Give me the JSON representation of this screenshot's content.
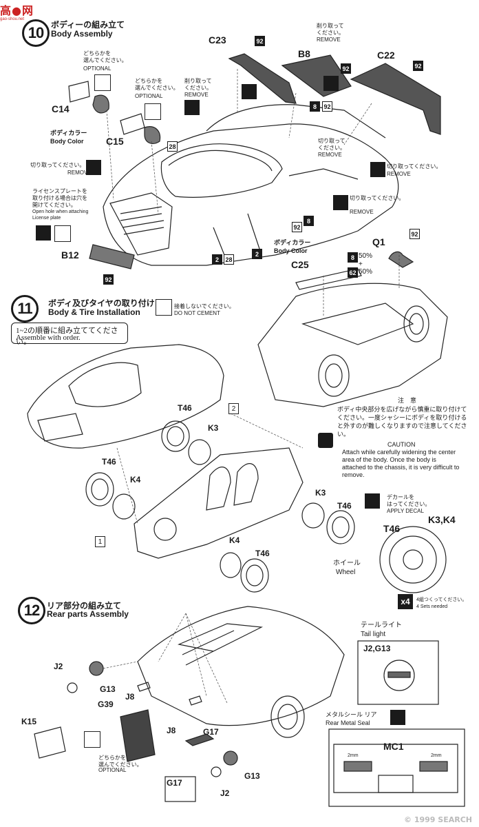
{
  "logo": {
    "text": "高●网",
    "sub": "gao-shou.net"
  },
  "watermark": "© 1999 SEARCH",
  "step10": {
    "number": "10",
    "title_ja": "ボディーの組み立て",
    "title_en": "Body Assembly",
    "optional_ja": "どちらかを\n選んでください。",
    "optional_en": "OPTIONAL",
    "remove_ja": "削り取って\nください。",
    "remove_en": "REMOVE",
    "cut_ja": "切り取ってください。",
    "cut_en": "REMOVE",
    "cut_ja2": "切り取って\nください。",
    "body_color_ja": "ボディカラー",
    "body_color_en": "Body Color",
    "license_ja": "ライセンスプレートを\n取り付ける場合は穴を\n開けてください。",
    "license_en": "Open hole when attaching\nLicense plate",
    "parts": [
      "C23",
      "B8",
      "C22",
      "C14",
      "C15",
      "B12",
      "Q1",
      "C25"
    ],
    "color_mix_a": "50%",
    "color_mix_plus": "+",
    "color_mix_b": "50%",
    "nums": [
      "92",
      "92",
      "92",
      "8",
      "92",
      "28",
      "2",
      "28",
      "2",
      "92",
      "8",
      "8",
      "62",
      "92",
      "92"
    ]
  },
  "step11": {
    "number": "11",
    "title_ja": "ボディ及びタイヤの取り付け",
    "title_en": "Body & Tire Installation",
    "order_ja": "1~2の順番に組み立ててください。",
    "order_en": "Assemble with order.",
    "nocement_ja": "接着しないでください。",
    "nocement_en": "DO NOT CEMENT",
    "caution_ja_title": "注　意",
    "caution_ja": "ボディ中央部分を広げながら慎重に取り付けてください。一度シャシーにボディを取り付けると外すのが難しくなりますので注意してください。",
    "caution_en_title": "CAUTION",
    "caution_en": "Attach while carefully widening the center area of the body. Once the body is attached to the chassis, it is very difficult to remove.",
    "decal_ja": "デカールを\nはってください。",
    "decal_en": "APPLY DECAL",
    "parts": [
      "T46",
      "K3",
      "T46",
      "K4",
      "K3",
      "T46",
      "K4",
      "T46"
    ],
    "wheel_ja": "ホイール",
    "wheel_en": "Wheel",
    "wheel_parts": "K3,K4",
    "wheel_tire": "T46",
    "times": "x4",
    "sets_ja": "4組つくってください。",
    "sets_en": "4 Sets needed",
    "order_marks": [
      "1",
      "2"
    ]
  },
  "step12": {
    "number": "12",
    "title_ja": "リア部分の組み立て",
    "title_en": "Rear parts Assembly",
    "parts": [
      "J2",
      "G13",
      "J8",
      "G39",
      "K15",
      "J8",
      "G17",
      "G13",
      "J2",
      "G17"
    ],
    "tail_ja": "テールライト",
    "tail_en": "Tail light",
    "tail_parts": "J2,G13",
    "seal_ja": "メタルシール リア",
    "seal_en": "Rear Metal Seal",
    "seal_part": "MC1",
    "mm": "2mm",
    "optional_ja": "どちらかを\n選んでください。",
    "optional_en": "OPTIONAL"
  }
}
